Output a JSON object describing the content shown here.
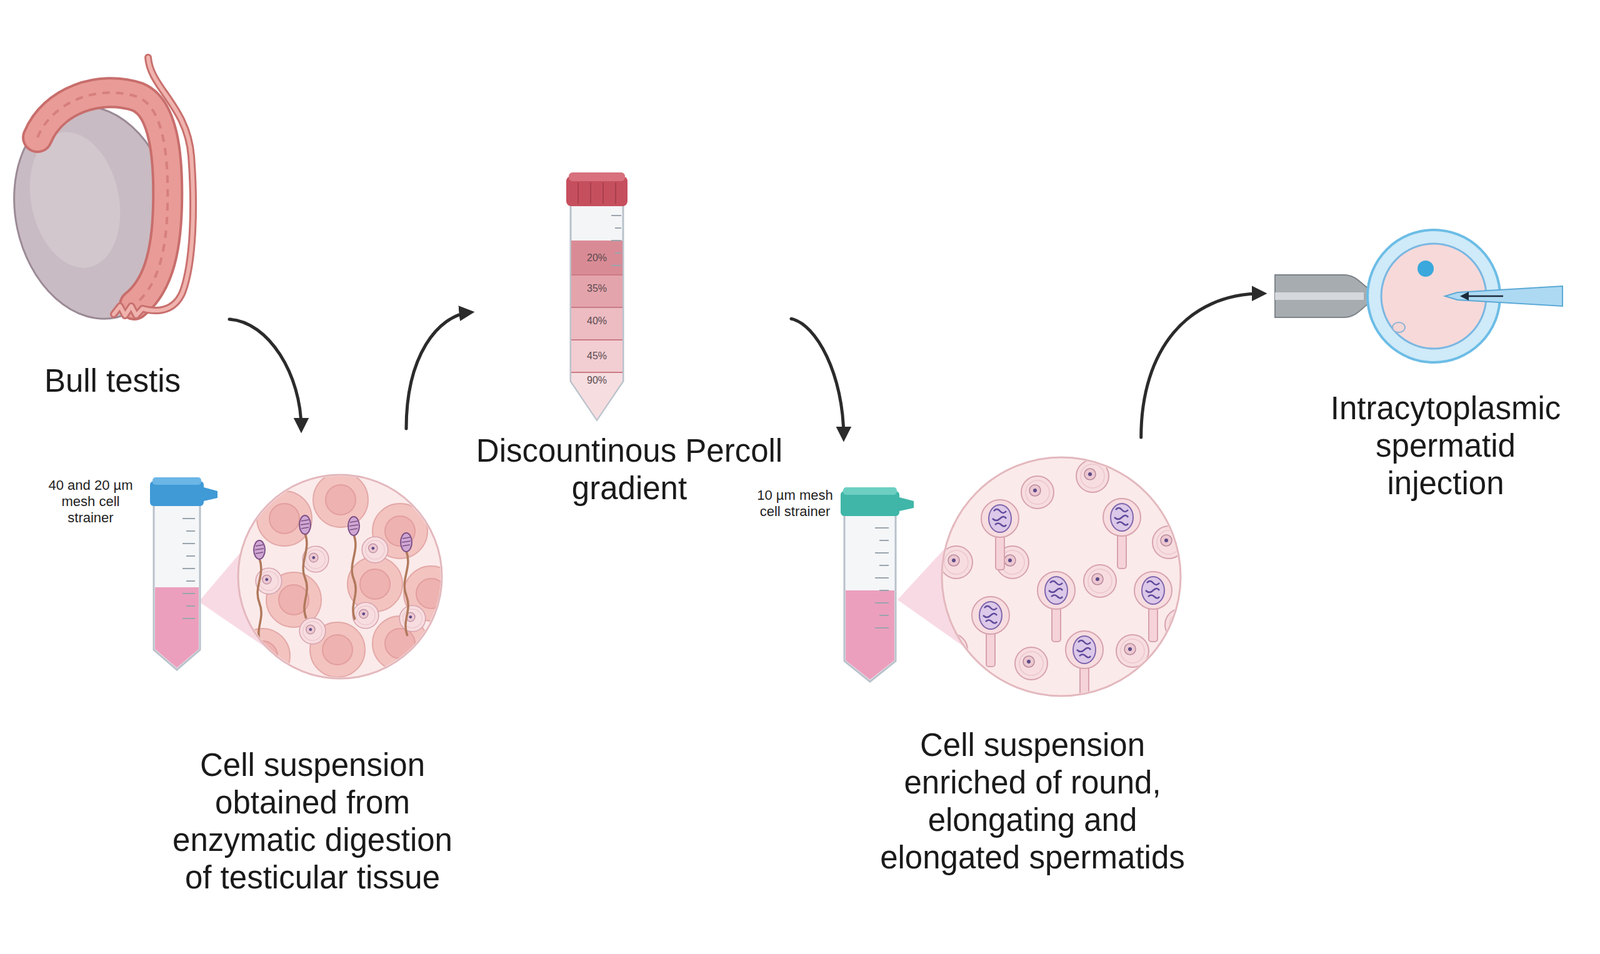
{
  "diagram": {
    "nodes": [
      {
        "text": [
          "Bull testis"
        ]
      },
      {
        "text": [
          "Cell suspension obtained from enzymatic digestion of testicular tissue"
        ]
      },
      {
        "text": [
          "Discountinous Percoll gradient"
        ]
      },
      {
        "text": [
          "Cell suspension enriched of round, elongating and elongated spermatids"
        ]
      },
      {
        "text": [
          "Intracytoplasmic spermatid injection"
        ]
      }
    ],
    "edges": [
      {
        "from": 0,
        "to": 1,
        "arrow": "to"
      },
      {
        "from": 1,
        "to": 2,
        "arrow": "to"
      },
      {
        "from": 2,
        "to": 3,
        "arrow": "to"
      },
      {
        "from": 3,
        "to": 4,
        "arrow": "to"
      }
    ],
    "labels": [
      "40 and 20 µm mesh cell strainer",
      "20%",
      "35%",
      "40%",
      "45%",
      "90%",
      "10 µm mesh cell strainer"
    ]
  }
}
